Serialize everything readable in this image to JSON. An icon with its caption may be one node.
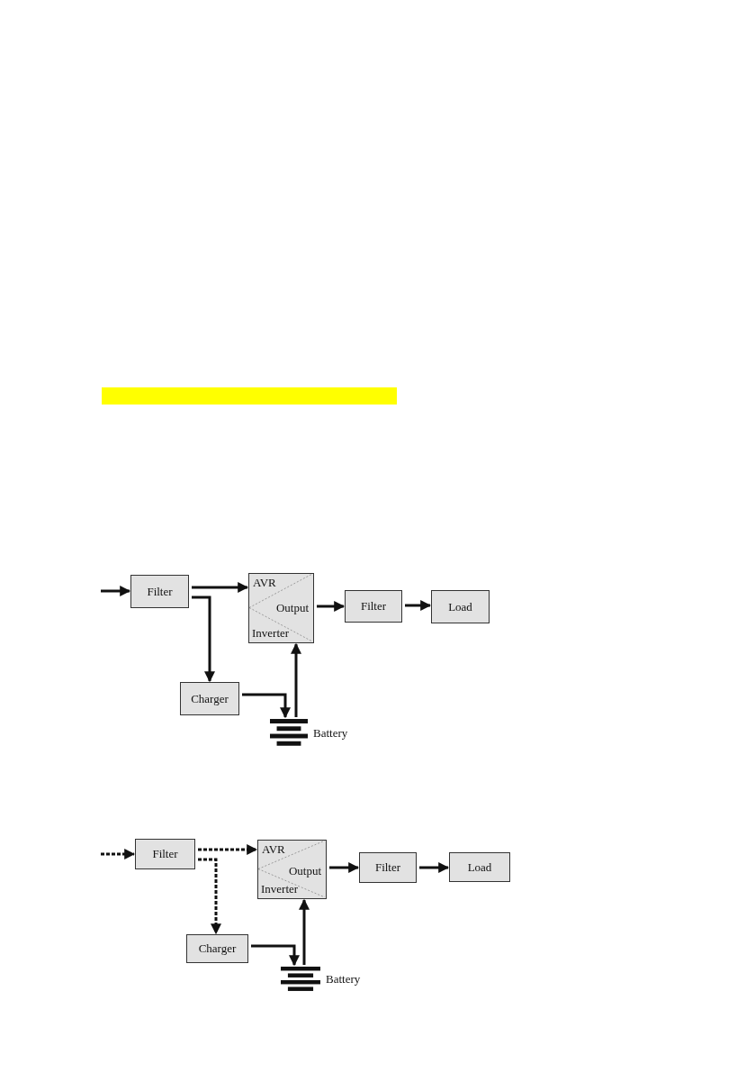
{
  "diagram": {
    "nodes": [
      {
        "text": [
          "Filter"
        ]
      },
      {
        "text": [
          "AVR",
          "Output",
          "Inverter"
        ]
      },
      {
        "text": [
          "Filter"
        ]
      },
      {
        "text": [
          "Load"
        ]
      },
      {
        "text": [
          "Charger"
        ]
      },
      {
        "text": [],
        "shape": "battery",
        "beside": [
          "Battery"
        ]
      },
      {
        "text": [
          "Filter"
        ]
      },
      {
        "text": [
          "AVR",
          "Output",
          "Inverter"
        ]
      },
      {
        "text": [
          "Filter"
        ]
      },
      {
        "text": [
          "Load"
        ]
      },
      {
        "text": [
          "Charger"
        ]
      },
      {
        "text": [],
        "shape": "battery",
        "beside": [
          "Battery"
        ]
      }
    ],
    "edges": [
      {
        "from": null,
        "to": 0,
        "arrow": "to"
      },
      {
        "from": 0,
        "to": 1,
        "arrow": "to"
      },
      {
        "from": 0,
        "to": 4,
        "arrow": "to"
      },
      {
        "from": 1,
        "to": 2,
        "arrow": "to"
      },
      {
        "from": 2,
        "to": 3,
        "arrow": "to"
      },
      {
        "from": 4,
        "to": 5,
        "arrow": "to"
      },
      {
        "from": 5,
        "to": 1,
        "arrow": "to"
      },
      {
        "from": null,
        "to": 6,
        "arrow": "to",
        "style": "dashed"
      },
      {
        "from": 6,
        "to": 7,
        "arrow": "to",
        "style": "dashed"
      },
      {
        "from": 6,
        "to": 10,
        "arrow": "to",
        "style": "dashed"
      },
      {
        "from": 7,
        "to": 8,
        "arrow": "to"
      },
      {
        "from": 8,
        "to": 9,
        "arrow": "to"
      },
      {
        "from": 10,
        "to": 11,
        "arrow": "to"
      },
      {
        "from": 11,
        "to": 7,
        "arrow": "to"
      }
    ]
  }
}
